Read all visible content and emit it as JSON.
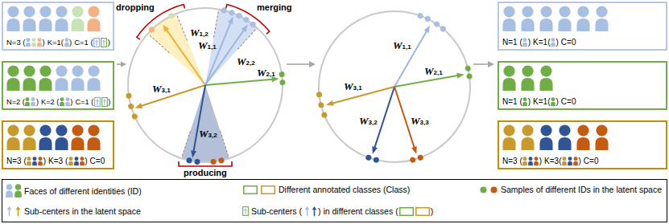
{
  "diagram": {
    "nodes": [
      {
        "text": [
          "N=3 (",
          ")",
          "K=1(",
          ")",
          "C=1 (",
          ")"
        ]
      },
      {
        "text": [
          "N=2 (",
          ")",
          "K=2 (",
          ")",
          "C=1 (",
          ")"
        ]
      },
      {
        "text": [
          "N=3 (",
          ")",
          "K=3 (",
          ")",
          "C=0"
        ]
      },
      {
        "text": [
          "N=1 (",
          ")",
          "K=1(",
          ")",
          "C=0"
        ]
      },
      {
        "text": [
          "N=1 (",
          ")",
          "K=1(",
          ")",
          "C=0"
        ]
      },
      {
        "text": [
          "N=3 (",
          ")",
          "K=3(",
          ")",
          "C=0"
        ]
      }
    ],
    "labels": [
      "dropping",
      "merging",
      "producing",
      "W1,2",
      "W1,1",
      "W2,2",
      "W2,1",
      "W3,1",
      "W3,2",
      "W1,1",
      "W2,1",
      "W3,1",
      "W3,2",
      "W3,3",
      ") in different classes (",
      ")"
    ],
    "legend": [
      {
        "text": "Faces of different identities (ID)"
      },
      {
        "text": "Different annotated classes (Class)"
      },
      {
        "text": "Samples of different IDs in the latent space"
      },
      {
        "text": "Sub-centers in the latent space"
      },
      {
        "text": "Sub-centers ("
      }
    ]
  }
}
